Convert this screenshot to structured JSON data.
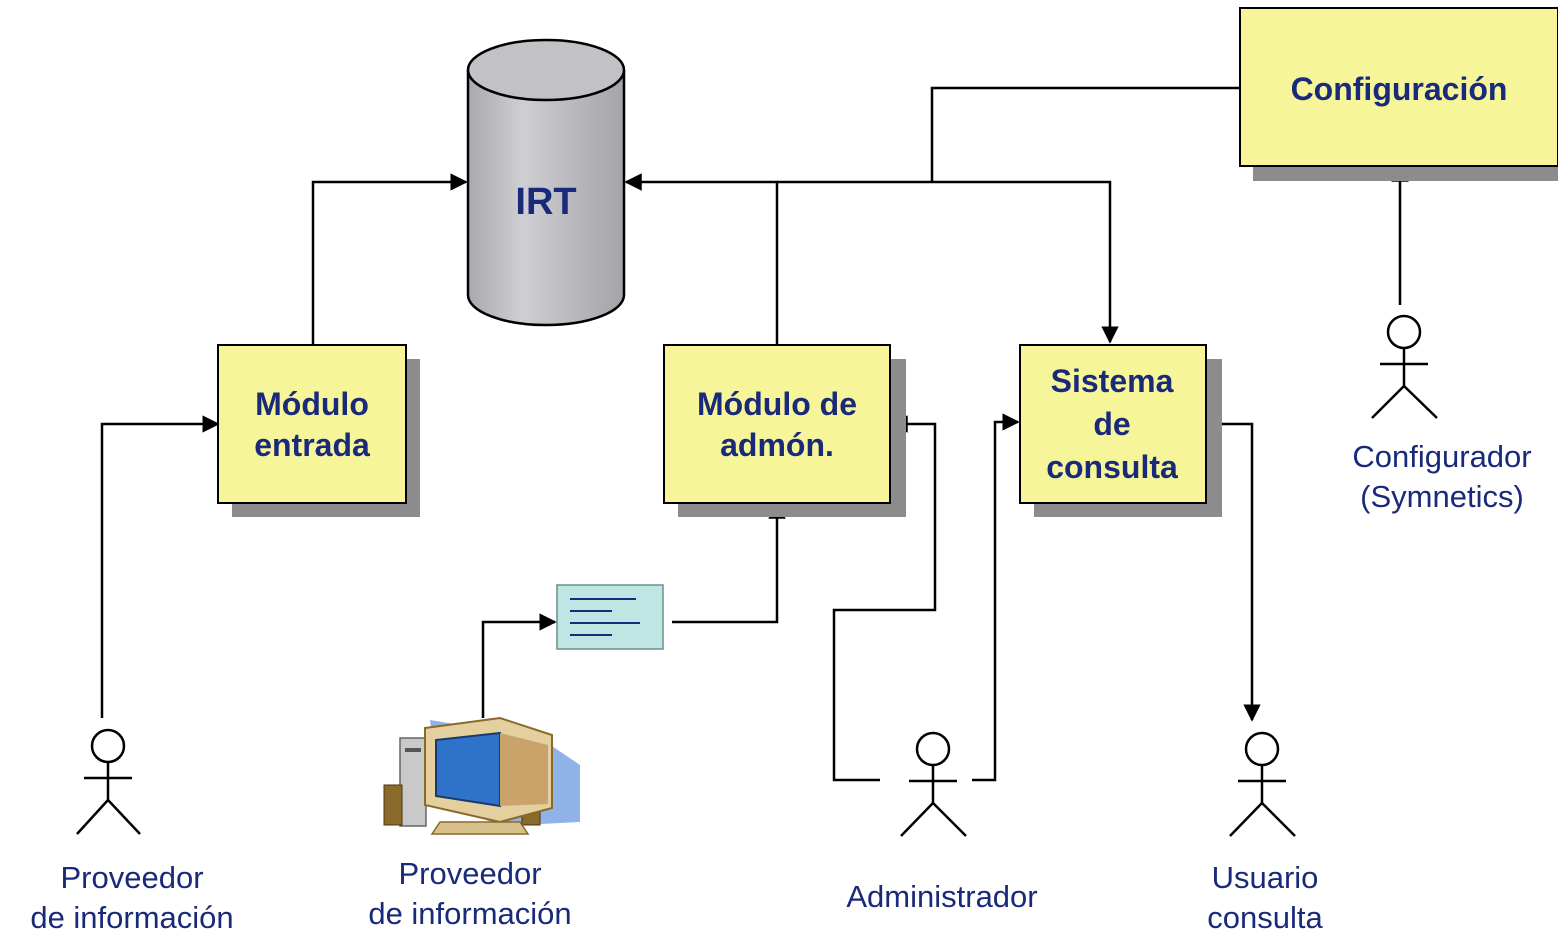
{
  "nodes": {
    "irt": {
      "label": "IRT"
    },
    "configuracion": {
      "label": "Configuración"
    },
    "modulo_entrada": {
      "label_lines": [
        "Módulo",
        "entrada"
      ]
    },
    "modulo_admon": {
      "label_lines": [
        "Módulo de",
        "admón."
      ]
    },
    "sistema_consulta": {
      "label_lines": [
        "Sistema",
        "de",
        "consulta"
      ]
    }
  },
  "actors": {
    "proveedor_1": {
      "label_lines": [
        "Proveedor",
        "de información"
      ]
    },
    "proveedor_2": {
      "label_lines": [
        "Proveedor",
        "de información"
      ]
    },
    "administrador": {
      "label_lines": [
        "Administrador"
      ]
    },
    "usuario_consulta": {
      "label_lines": [
        "Usuario",
        "consulta"
      ]
    },
    "configurador": {
      "label_lines": [
        "Configurador",
        "(Symnetics)"
      ]
    }
  },
  "colors": {
    "box_fill": "#f7f59a",
    "text": "#1a2a7a",
    "cylinder": "#c4c4c8",
    "document": "#bfe6e2"
  }
}
